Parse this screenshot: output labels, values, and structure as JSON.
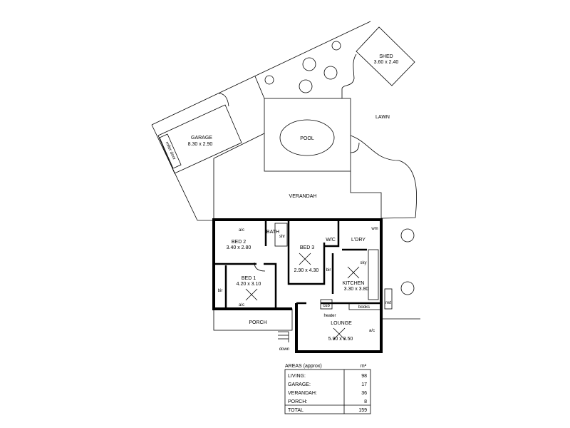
{
  "site": {
    "shed": {
      "name": "SHED",
      "size": "3.60 x 2.40"
    },
    "garage": {
      "name": "GARAGE",
      "size": "8.30 x 2.90",
      "door": "roller door"
    },
    "pool": "POOL",
    "lawn": "LAWN",
    "verandah": "VERANDAH"
  },
  "rooms": {
    "bed2": {
      "name": "BED 2",
      "size": "3.40 x 2.80",
      "ac": "a/c"
    },
    "bath": {
      "name": "BATH",
      "shr": "shr"
    },
    "bed3": {
      "name": "BED 3",
      "size": "2.90 x 4.30",
      "bir": "bir"
    },
    "wc": "W/C",
    "ldry": {
      "name": "L'DRY",
      "wm": "wm"
    },
    "bed1": {
      "name": "BED 1",
      "size": "4.20 x 3.10",
      "bir": "bir",
      "ac": "a/c"
    },
    "kitchen": {
      "name": "KITCHEN",
      "size": "3.30 x 3.80",
      "sky": "sky"
    },
    "lounge": {
      "name": "LOUNGE",
      "size": "5.90 x 3.50",
      "ac": "a/c"
    },
    "porch": "PORCH",
    "cub": "cub",
    "books": "books",
    "heater": "heater",
    "rwt": "rwt",
    "down": "down"
  },
  "areas": {
    "title": "AREAS (approx)",
    "unit": "m²",
    "rows": [
      {
        "label": "LIVING:",
        "value": "98"
      },
      {
        "label": "GARAGE:",
        "value": "17"
      },
      {
        "label": "VERANDAH:",
        "value": "36"
      },
      {
        "label": "PORCH:",
        "value": "8"
      }
    ],
    "total": {
      "label": "TOTAL",
      "value": "159"
    }
  }
}
